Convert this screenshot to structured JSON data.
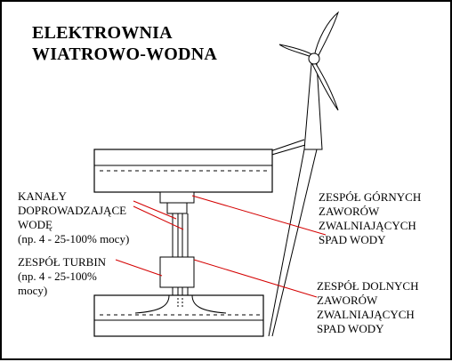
{
  "title": {
    "line1": "ELEKTROWNIA",
    "line2": "WIATROWO-WODNA"
  },
  "labels": {
    "kanaly": [
      "KANAŁY",
      "DOPROWADZAJĄCE",
      "WODĘ",
      "(np. 4 - 25-100% mocy)"
    ],
    "turbin": [
      "ZESPÓŁ TURBIN",
      "(np. 4 - 25-100%",
      "mocy)"
    ],
    "gornych": [
      "ZESPÓŁ GÓRNYCH",
      "ZAWORÓW",
      "ZWALNIAJĄCYCH",
      "SPAD WODY"
    ],
    "dolnych": [
      "ZESPÓŁ DOLNYCH",
      "ZAWORÓW",
      "ZWALNIAJĄCYCH",
      "SPAD WODY"
    ]
  },
  "colors": {
    "outline": "#000000",
    "leader": "#d40000",
    "background": "#ffffff"
  }
}
